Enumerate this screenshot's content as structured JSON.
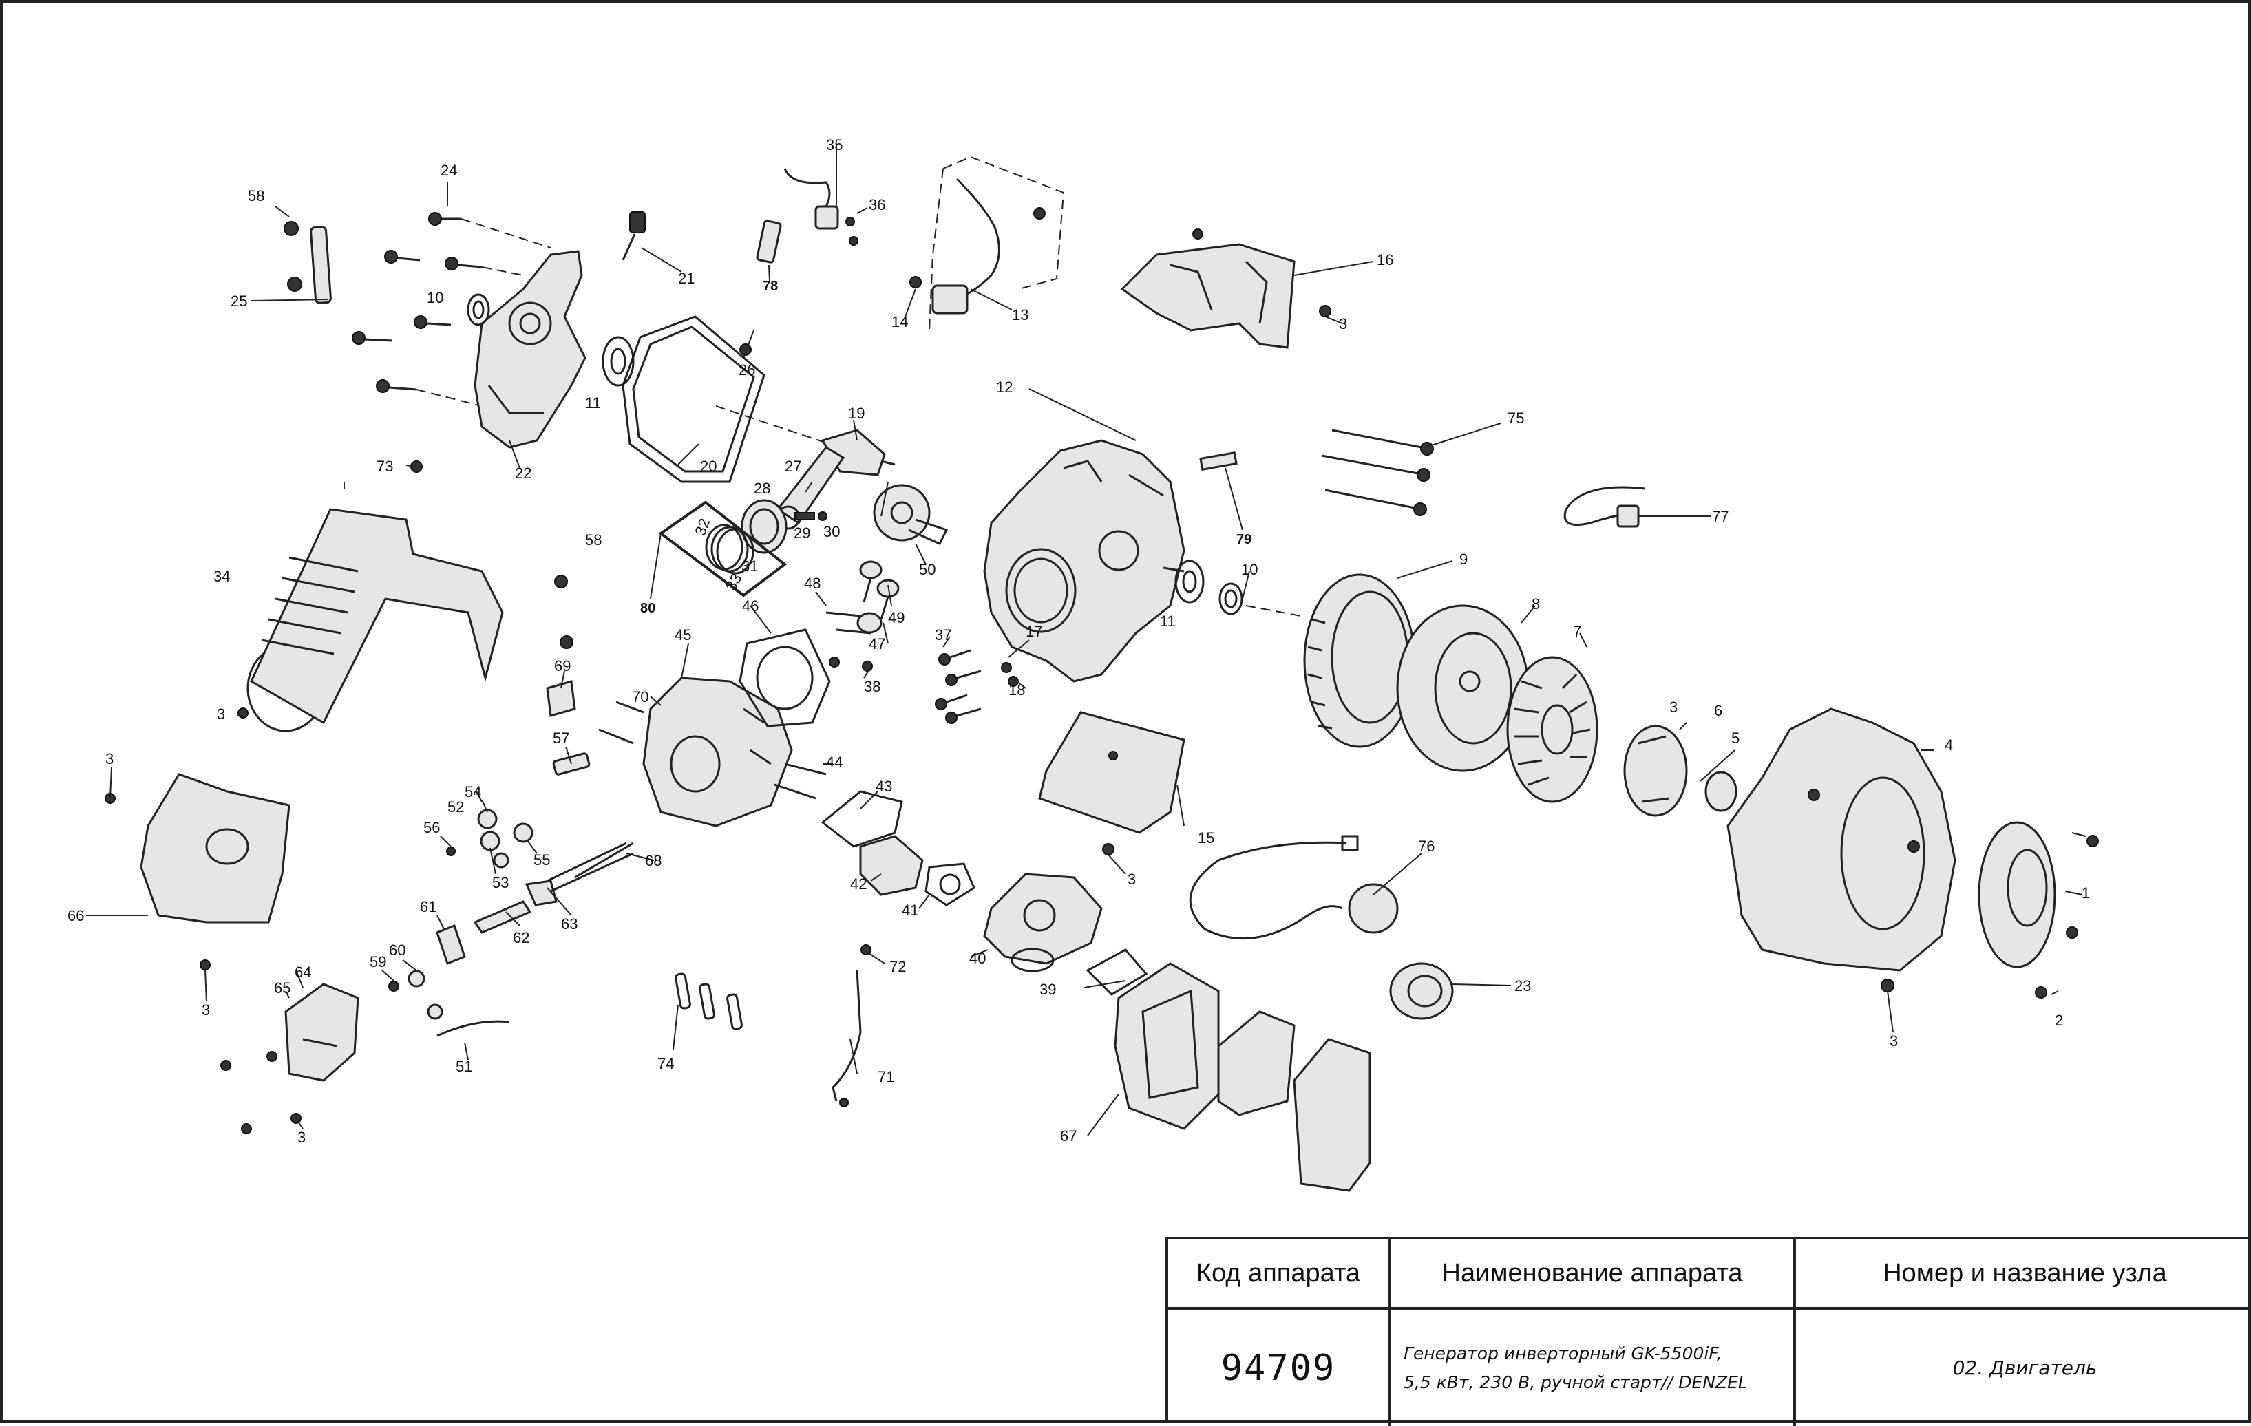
{
  "callouts": [
    "1",
    "2",
    "3",
    "4",
    "5",
    "6",
    "7",
    "8",
    "9",
    "10",
    "11",
    "12",
    "13",
    "14",
    "15",
    "16",
    "17",
    "18",
    "19",
    "20",
    "21",
    "22",
    "23",
    "24",
    "25",
    "26",
    "27",
    "28",
    "29",
    "30",
    "31",
    "32",
    "33",
    "34",
    "35",
    "36",
    "37",
    "38",
    "39",
    "40",
    "41",
    "42",
    "43",
    "44",
    "45",
    "46",
    "47",
    "48",
    "49",
    "50",
    "51",
    "52",
    "53",
    "54",
    "55",
    "56",
    "57",
    "58",
    "59",
    "60",
    "61",
    "62",
    "63",
    "64",
    "65",
    "66",
    "67",
    "68",
    "69",
    "70",
    "71",
    "72",
    "73",
    "74",
    "75",
    "76",
    "77",
    "78",
    "79",
    "80"
  ],
  "title_block": {
    "headers": {
      "code": "Код аппарата",
      "name": "Наименование аппарата",
      "node": "Номер и название узла"
    },
    "values": {
      "code": "94709",
      "name": "Генератор инверторный GK-5500iF,\n5,5 кВт, 230 В, ручной старт// DENZEL",
      "node": "02. Двигатель"
    }
  }
}
